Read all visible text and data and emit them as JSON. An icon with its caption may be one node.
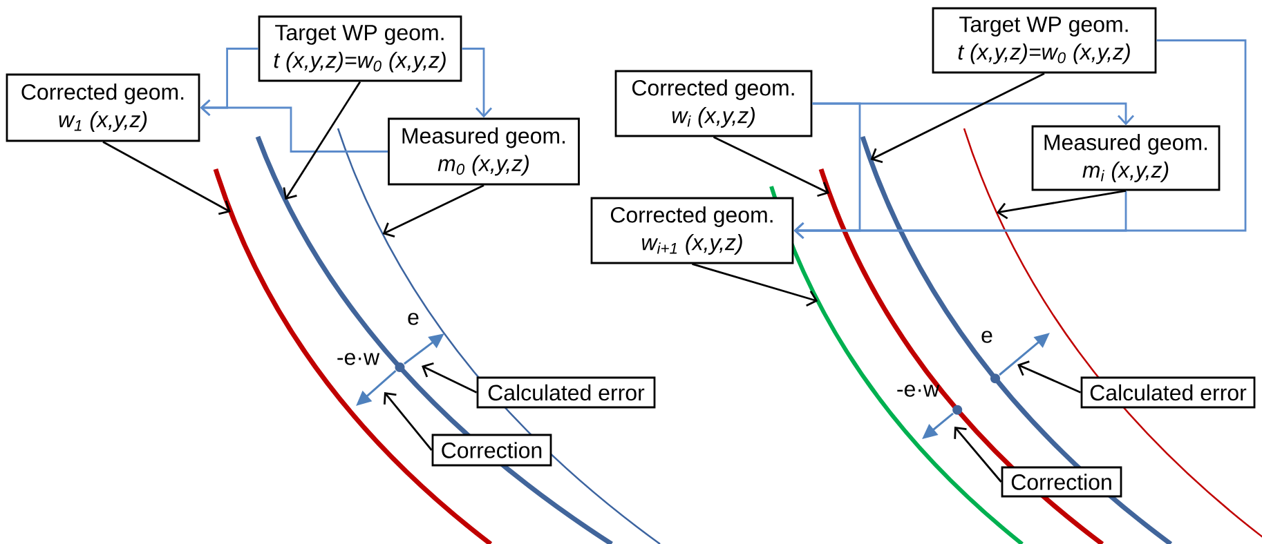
{
  "diagram": {
    "nodes": [
      {
        "text": [
          "Target WP geom.",
          "t (x,y,z)=w$_{0}$ (x,y,z)"
        ]
      },
      {
        "text": [
          "Corrected geom.",
          "w$_{1}$ (x,y,z)"
        ]
      },
      {
        "text": [
          "Measured geom.",
          "m$_{0}$ (x,y,z)"
        ]
      },
      {
        "text": [
          "Calculated error"
        ]
      },
      {
        "text": [
          "Correction"
        ]
      },
      {
        "text": [
          "Target WP geom.",
          "t (x,y,z)=w$_{0}$ (x,y,z)"
        ]
      },
      {
        "text": [
          "Corrected geom.",
          "w$_{i}$ (x,y,z)"
        ]
      },
      {
        "text": [
          "Measured geom.",
          "m$_{i}$ (x,y,z)"
        ]
      },
      {
        "text": [
          "Corrected geom.",
          "w$_{i+1}$ (x,y,z)"
        ]
      },
      {
        "text": [
          "Calculated error"
        ]
      },
      {
        "text": [
          "Correction"
        ]
      }
    ],
    "edges": [
      {
        "from": 0,
        "to": 1,
        "arrow": "to",
        "color": "#5b8bcb"
      },
      {
        "from": 2,
        "to": 1,
        "arrow": "to",
        "color": "#5b8bcb"
      },
      {
        "from": 0,
        "to": 2,
        "arrow": "to",
        "color": "#5b8bcb"
      },
      {
        "from": 1,
        "to": null,
        "arrow": "to"
      },
      {
        "from": 0,
        "to": null,
        "arrow": "to"
      },
      {
        "from": 2,
        "to": null,
        "arrow": "to"
      },
      {
        "from": 3,
        "to": null,
        "arrow": "to"
      },
      {
        "from": 4,
        "to": null,
        "arrow": "to"
      },
      {
        "from": 6,
        "to": 7,
        "arrow": "to",
        "color": "#5b8bcb"
      },
      {
        "from": 6,
        "to": 8,
        "arrow": "to",
        "color": "#5b8bcb"
      },
      {
        "from": 5,
        "to": 8,
        "arrow": "to",
        "color": "#5b8bcb"
      },
      {
        "from": 7,
        "to": 8,
        "arrow": "to",
        "color": "#5b8bcb"
      },
      {
        "from": 6,
        "to": null,
        "arrow": "to"
      },
      {
        "from": 5,
        "to": null,
        "arrow": "to"
      },
      {
        "from": 7,
        "to": null,
        "arrow": "to"
      },
      {
        "from": 8,
        "to": null,
        "arrow": "to"
      },
      {
        "from": 9,
        "to": null,
        "arrow": "to"
      },
      {
        "from": 10,
        "to": null,
        "arrow": "to"
      }
    ],
    "labels": [
      "e",
      "-e·w",
      "e",
      "-e·w"
    ]
  }
}
